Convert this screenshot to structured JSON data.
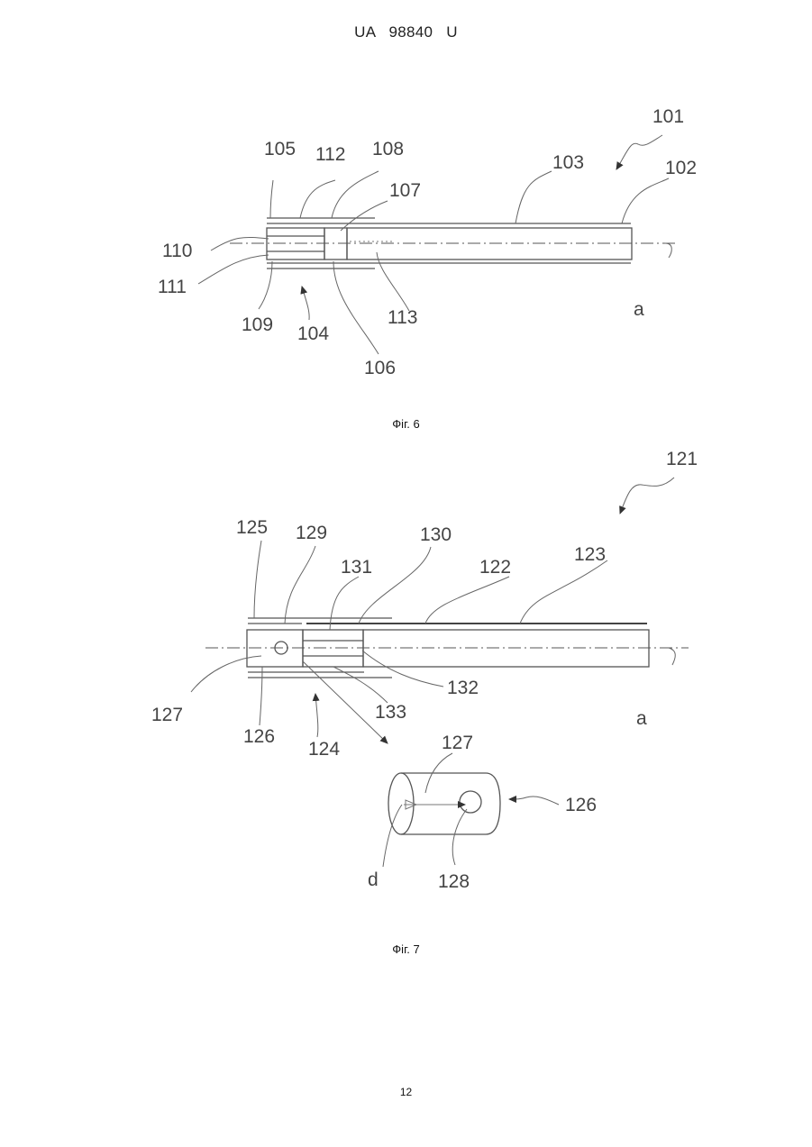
{
  "header": {
    "document_number": "UA   98840   U"
  },
  "figures": [
    {
      "caption": "Фіг. 6",
      "labels": {
        "l101": "101",
        "l102": "102",
        "l103": "103",
        "l104": "104",
        "l105": "105",
        "l106": "106",
        "l107": "107",
        "l108": "108",
        "l109": "109",
        "l110": "110",
        "l111": "111",
        "l112": "112",
        "l113": "113",
        "la": "a"
      }
    },
    {
      "caption": "Фіг. 7",
      "labels": {
        "l121": "121",
        "l122": "122",
        "l123": "123",
        "l124": "124",
        "l125": "125",
        "l126": "126",
        "l127": "127",
        "l129": "129",
        "l130": "130",
        "l131": "131",
        "l132": "132",
        "l133": "133",
        "la": "a",
        "detail_127": "127",
        "detail_126": "126",
        "detail_128": "128",
        "detail_d": "d"
      }
    }
  ],
  "footer": {
    "page_number": "12"
  }
}
